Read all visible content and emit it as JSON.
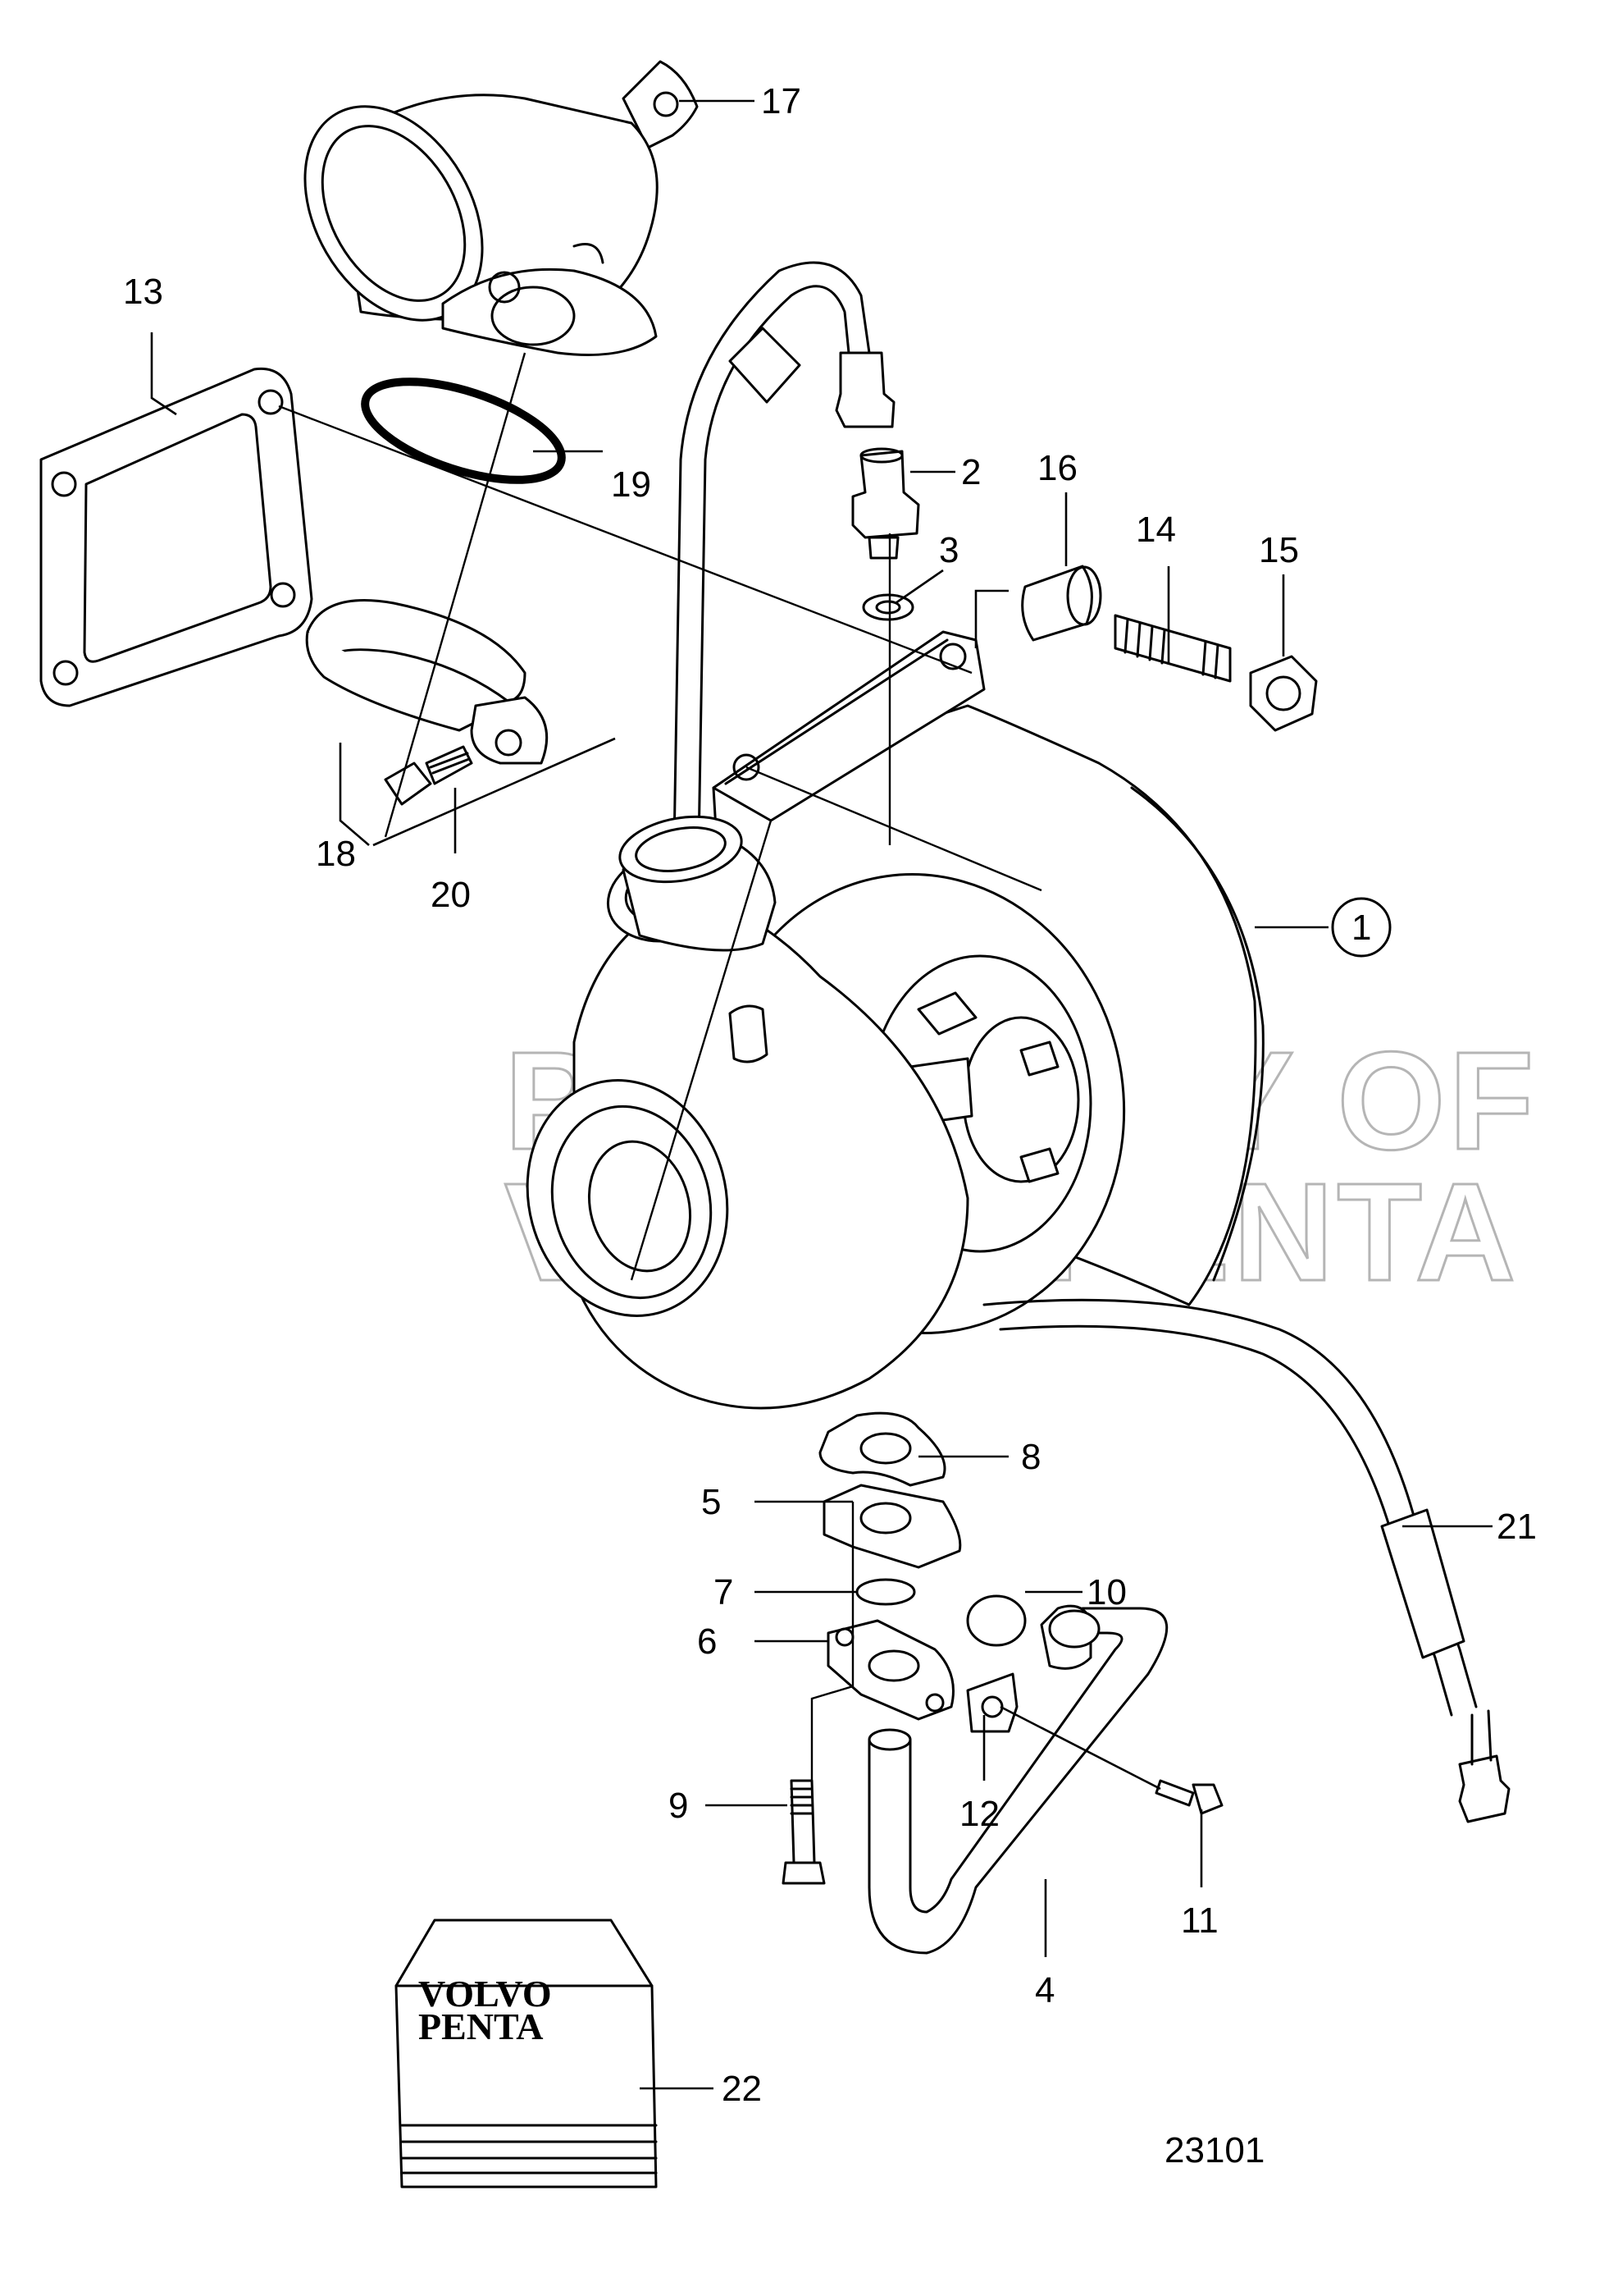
{
  "drawing_number": "23101",
  "watermark": {
    "line1": "PROPERTY OF",
    "line2": "VOLVO PENTA"
  },
  "manual": {
    "brand_line1": "VOLVO",
    "brand_line2": "PENTA"
  },
  "callouts": {
    "c1": "1",
    "c2": "2",
    "c3": "3",
    "c4": "4",
    "c5": "5",
    "c6": "6",
    "c7": "7",
    "c8": "8",
    "c9": "9",
    "c10": "10",
    "c11": "11",
    "c12": "12",
    "c13": "13",
    "c14": "14",
    "c15": "15",
    "c16": "16",
    "c17": "17",
    "c18": "18",
    "c19": "19",
    "c20": "20",
    "c21": "21",
    "c22": "22"
  }
}
